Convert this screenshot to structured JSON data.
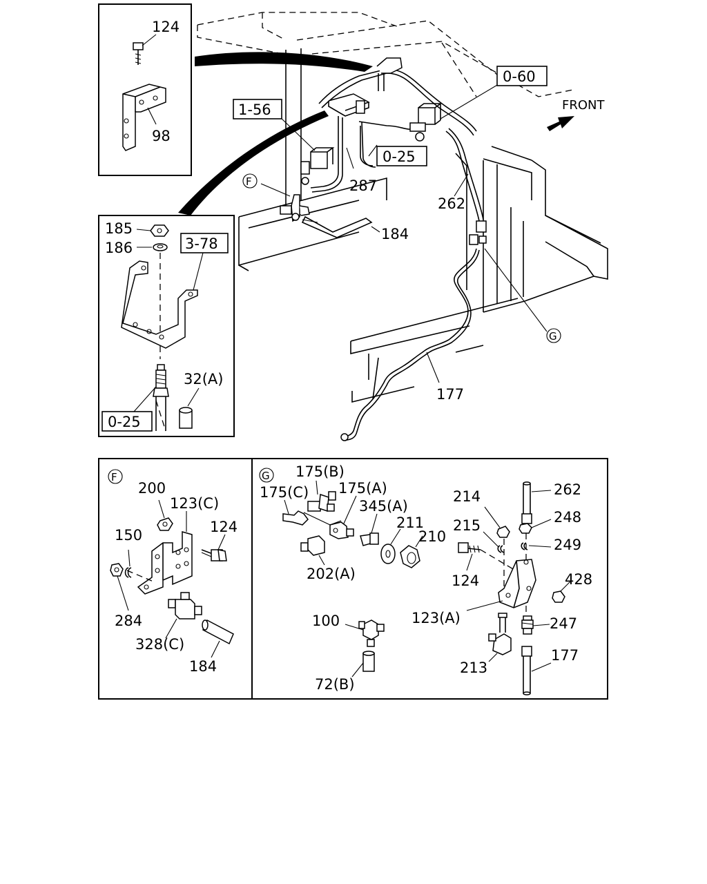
{
  "direction_label": "FRONT",
  "ref_boxes": {
    "r_060": "0-60",
    "r_156": "1-56",
    "r_025_top": "0-25",
    "r_378": "3-78",
    "r_025_left": "0-25"
  },
  "view_marks": {
    "f_main": "F",
    "g_main": "G",
    "f_panel": "F",
    "g_panel": "G"
  },
  "main_labels": {
    "p287": "287",
    "p184": "184",
    "p262": "262",
    "p177": "177"
  },
  "top_left_panel": {
    "p124": "124",
    "p98": "98"
  },
  "left_panel": {
    "p185": "185",
    "p186": "186",
    "p32a": "32(A)"
  },
  "panel_f": {
    "p200": "200",
    "p123c": "123(C)",
    "p150": "150",
    "p124": "124",
    "p284": "284",
    "p328c": "328(C)",
    "p184": "184"
  },
  "panel_g": {
    "p175b": "175(B)",
    "p175c": "175(C)",
    "p175a": "175(A)",
    "p345a": "345(A)",
    "p211": "211",
    "p210": "210",
    "p202a": "202(A)",
    "p214": "214",
    "p262": "262",
    "p248": "248",
    "p215": "215",
    "p249": "249",
    "p124": "124",
    "p428": "428",
    "p123a": "123(A)",
    "p100": "100",
    "p247": "247",
    "p213": "213",
    "p177": "177",
    "p72b": "72(B)"
  }
}
